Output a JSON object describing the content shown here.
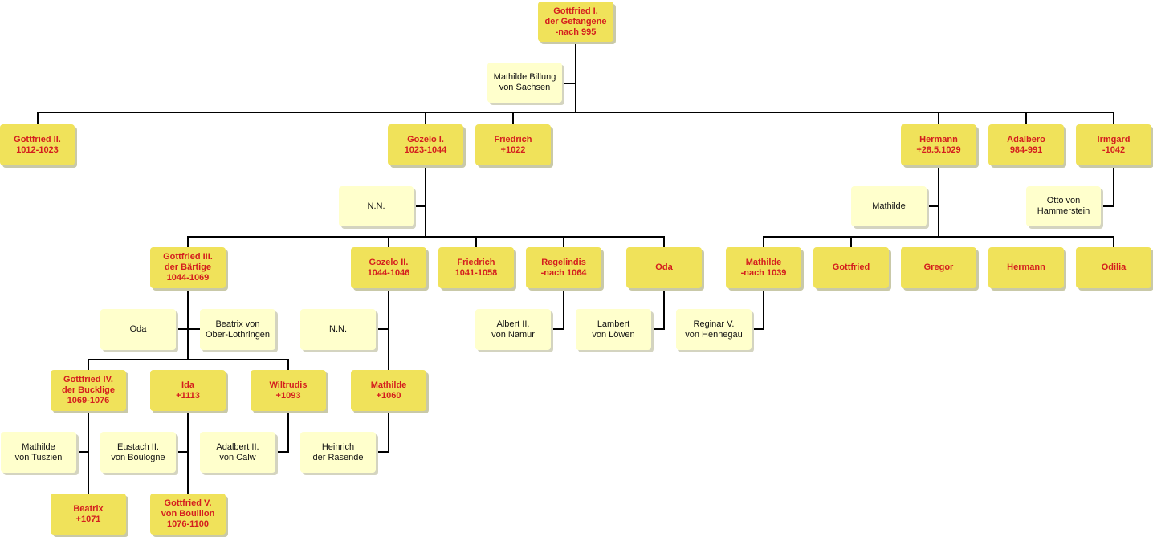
{
  "people": [
    {
      "id": "gottfried1",
      "label": "Gottfried I.\nder Gefangene\n-nach 995"
    },
    {
      "id": "gottfried2",
      "label": "Gottfried II.\n1012-1023"
    },
    {
      "id": "gozelo1",
      "label": "Gozelo I.\n1023-1044"
    },
    {
      "id": "friedrich1022",
      "label": "Friedrich\n+1022"
    },
    {
      "id": "hermann1029",
      "label": "Hermann\n+28.5.1029"
    },
    {
      "id": "adalbero",
      "label": "Adalbero\n984-991"
    },
    {
      "id": "irmgard",
      "label": "Irmgard\n-1042"
    },
    {
      "id": "gottfried3",
      "label": "Gottfried III.\nder Bärtige\n1044-1069"
    },
    {
      "id": "gozelo2",
      "label": "Gozelo II.\n1044-1046"
    },
    {
      "id": "friedrich1041",
      "label": "Friedrich\n1041-1058"
    },
    {
      "id": "regelindis",
      "label": "Regelindis\n-nach 1064"
    },
    {
      "id": "oda1",
      "label": "Oda"
    },
    {
      "id": "mathilde1039",
      "label": "Mathilde\n-nach 1039"
    },
    {
      "id": "gottfried_h",
      "label": "Gottfried"
    },
    {
      "id": "gregor",
      "label": "Gregor"
    },
    {
      "id": "hermann_h",
      "label": "Hermann"
    },
    {
      "id": "odilia",
      "label": "Odilia"
    },
    {
      "id": "gottfried4",
      "label": "Gottfried IV.\nder Bucklige\n1069-1076"
    },
    {
      "id": "ida",
      "label": "Ida\n+1113"
    },
    {
      "id": "wiltrudis",
      "label": "Wiltrudis\n+1093"
    },
    {
      "id": "mathilde1060",
      "label": "Mathilde\n+1060"
    },
    {
      "id": "beatrix",
      "label": "Beatrix\n+1071"
    },
    {
      "id": "gottfried5",
      "label": "Gottfried V.\nvon Bouillon\n1076-1100"
    }
  ],
  "spouses": [
    {
      "id": "mathilde_billung",
      "label": "Mathilde Billung\nvon Sachsen"
    },
    {
      "id": "nn_gozelo1",
      "label": "N.N."
    },
    {
      "id": "mathilde_hermann",
      "label": "Mathilde"
    },
    {
      "id": "otto",
      "label": "Otto von\nHammerstein"
    },
    {
      "id": "oda_g3",
      "label": "Oda"
    },
    {
      "id": "beatrix_ol",
      "label": "Beatrix von\nOber-Lothringen"
    },
    {
      "id": "nn_gozelo2",
      "label": "N.N."
    },
    {
      "id": "albert",
      "label": "Albert II.\nvon Namur"
    },
    {
      "id": "lambert",
      "label": "Lambert\nvon Löwen"
    },
    {
      "id": "reginar",
      "label": "Reginar V.\nvon Hennegau"
    },
    {
      "id": "mathilde_tuszien",
      "label": "Mathilde\nvon Tuszien"
    },
    {
      "id": "eustach",
      "label": "Eustach II.\nvon Boulogne"
    },
    {
      "id": "adalbert",
      "label": "Adalbert II.\nvon Calw"
    },
    {
      "id": "heinrich",
      "label": "Heinrich\nder Rasende"
    }
  ]
}
